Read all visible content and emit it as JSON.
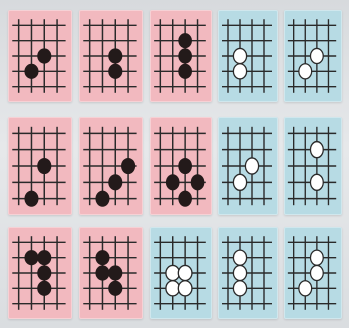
{
  "image_kind": "photo of go-pattern flash cards on a board",
  "colors": {
    "pink_card": "#f2b9bf",
    "blue_card": "#b7dbe4",
    "grid_line": "#2a2a2a",
    "black_stone": "#231a1a",
    "white_stone": "#ffffff",
    "background": "#dcdfe2"
  },
  "cards": [
    {
      "name": "card-r1c1",
      "color": "pink",
      "stone": "black",
      "stones": [
        [
          3,
          2
        ],
        [
          2,
          3
        ]
      ]
    },
    {
      "name": "card-r1c2",
      "color": "pink",
      "stone": "black",
      "stones": [
        [
          3,
          2
        ],
        [
          3,
          3
        ]
      ]
    },
    {
      "name": "card-r1c3",
      "color": "pink",
      "stone": "black",
      "stones": [
        [
          3,
          1
        ],
        [
          3,
          2
        ],
        [
          3,
          3
        ]
      ]
    },
    {
      "name": "card-r1c4",
      "color": "blue",
      "stone": "white",
      "stones": [
        [
          2,
          2
        ],
        [
          2,
          3
        ]
      ]
    },
    {
      "name": "card-r1c5",
      "color": "blue",
      "stone": "white",
      "stones": [
        [
          3,
          2
        ],
        [
          2,
          3
        ]
      ]
    },
    {
      "name": "card-r2c1",
      "color": "pink",
      "stone": "black",
      "stones": [
        [
          3,
          2
        ],
        [
          2,
          4
        ]
      ]
    },
    {
      "name": "card-r2c2",
      "color": "pink",
      "stone": "black",
      "stones": [
        [
          4,
          2
        ],
        [
          3,
          3
        ],
        [
          2,
          4
        ]
      ]
    },
    {
      "name": "card-r2c3",
      "color": "pink",
      "stone": "black",
      "stones": [
        [
          3,
          2
        ],
        [
          2,
          3
        ],
        [
          4,
          3
        ],
        [
          3,
          4
        ]
      ]
    },
    {
      "name": "card-r2c4",
      "color": "blue",
      "stone": "white",
      "stones": [
        [
          3,
          2
        ],
        [
          2,
          3
        ]
      ]
    },
    {
      "name": "card-r2c5",
      "color": "blue",
      "stone": "white",
      "stones": [
        [
          3,
          1
        ],
        [
          3,
          3
        ]
      ]
    },
    {
      "name": "card-r3c1",
      "color": "pink",
      "stone": "black",
      "stones": [
        [
          2,
          1
        ],
        [
          3,
          1
        ],
        [
          3,
          2
        ],
        [
          3,
          3
        ]
      ]
    },
    {
      "name": "card-r3c2",
      "color": "pink",
      "stone": "black",
      "stones": [
        [
          2,
          1
        ],
        [
          2,
          2
        ],
        [
          3,
          2
        ],
        [
          3,
          3
        ]
      ]
    },
    {
      "name": "card-r3c3",
      "color": "blue",
      "stone": "white",
      "stones": [
        [
          2,
          2
        ],
        [
          3,
          2
        ],
        [
          2,
          3
        ],
        [
          3,
          3
        ]
      ]
    },
    {
      "name": "card-r3c4",
      "color": "blue",
      "stone": "white",
      "stones": [
        [
          2,
          1
        ],
        [
          2,
          2
        ],
        [
          2,
          3
        ]
      ]
    },
    {
      "name": "card-r3c5",
      "color": "blue",
      "stone": "white",
      "stones": [
        [
          3,
          1
        ],
        [
          3,
          2
        ],
        [
          2,
          3
        ]
      ]
    }
  ]
}
